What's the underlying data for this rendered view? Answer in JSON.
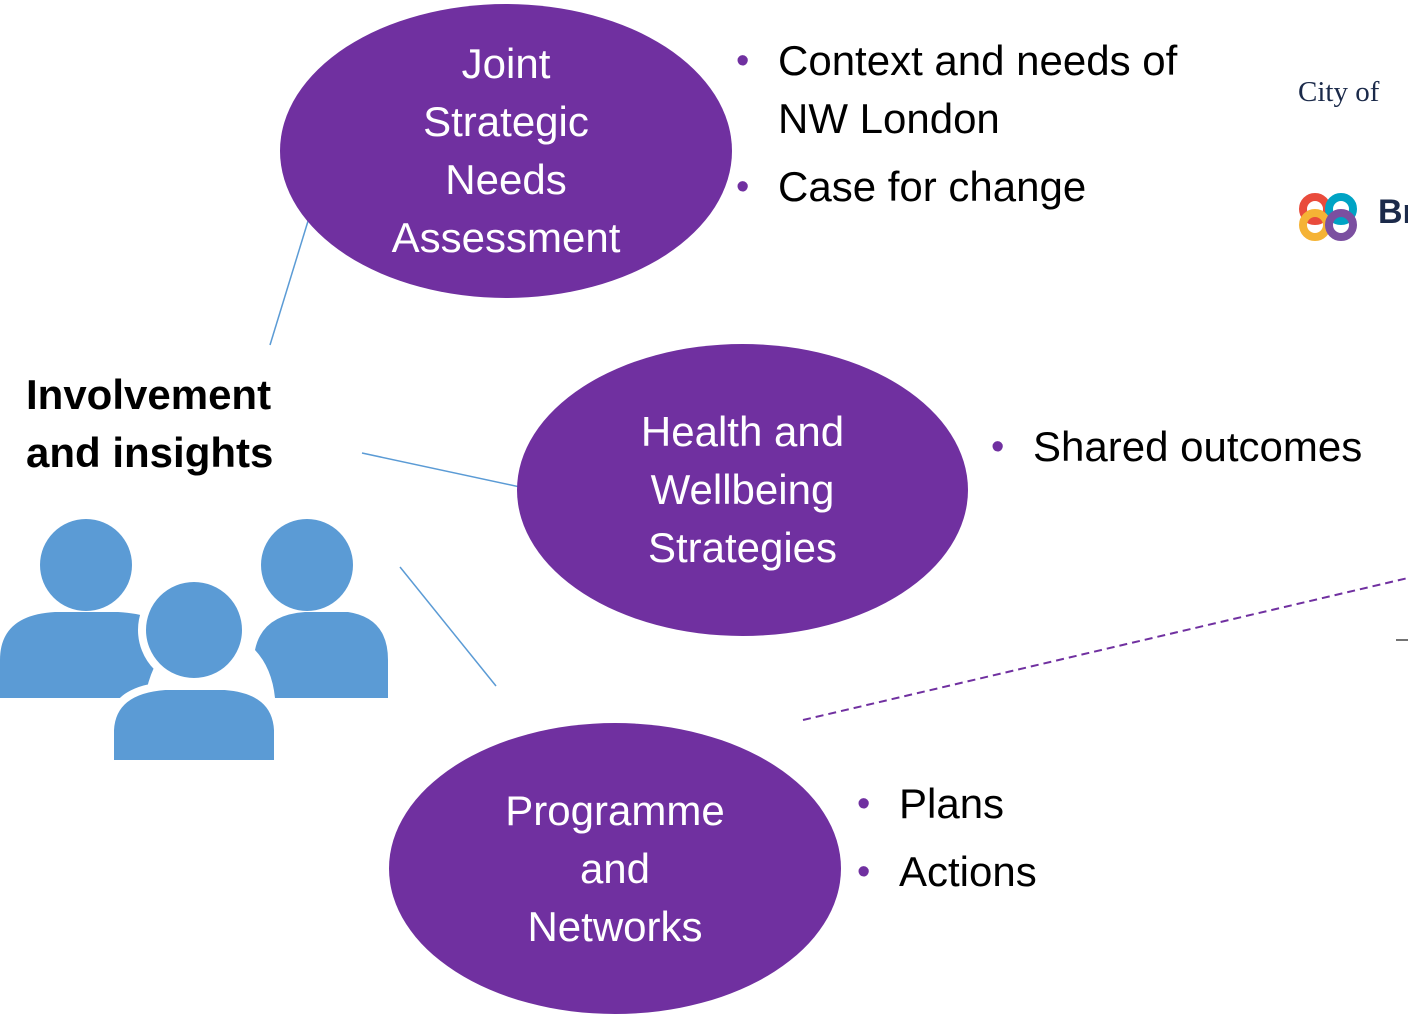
{
  "title": {
    "lines": [
      "Involvement",
      "and insights"
    ]
  },
  "ellipses": [
    {
      "lines": [
        "Joint",
        "Strategic",
        "Needs",
        "Assessment"
      ]
    },
    {
      "lines": [
        "Health and",
        "Wellbeing",
        "Strategies"
      ]
    },
    {
      "lines": [
        "Programme",
        "and",
        "Networks"
      ]
    }
  ],
  "bullets": {
    "jsna": [
      "Context and needs of NW London",
      "Case for change"
    ],
    "hws": [
      "Shared outcomes"
    ],
    "programme": [
      "Plans",
      "Actions"
    ]
  },
  "logos": {
    "city_of": "City of",
    "brent": "Br"
  },
  "colors": {
    "ellipse_fill": "#7030a0",
    "people_icon": "#5b9bd5",
    "connector_line": "#5b9bd5",
    "dashed_line": "#7030a0"
  }
}
